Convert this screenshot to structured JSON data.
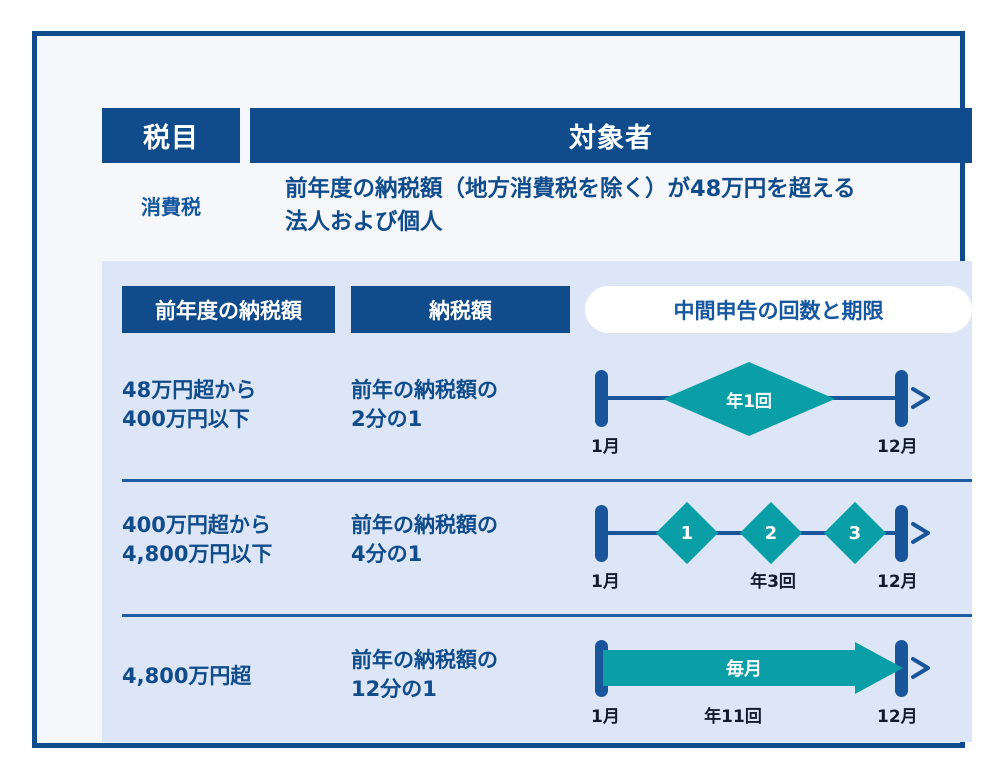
{
  "colors": {
    "frame_border": "#104B8C",
    "frame_background": "#F5F7FA",
    "header_blue": "#104B8C",
    "panel_background": "#DCE6F7",
    "accent_teal": "#0A9EA6",
    "text_blue": "#104B8C",
    "bar_blue": "#19559B",
    "month_text": "#111B2E"
  },
  "top_header": {
    "tax_category_label": "税目",
    "target_label": "対象者"
  },
  "tax_row": {
    "tax_name": "消費税",
    "description_lines": [
      "前年度の納税額（地方消費税を除く）が48万円を超える",
      "法人および個人"
    ]
  },
  "table": {
    "headers": {
      "previous_amount": "前年度の納税額",
      "payment_amount": "納税額",
      "schedule": "中間申告の回数と期限"
    },
    "rows": [
      {
        "range_lines": [
          "48万円超から",
          "400万円以下"
        ],
        "amount_lines": [
          "前年の納税額の",
          "2分の1"
        ],
        "timeline": {
          "type": "single-diamond",
          "start_month": "1月",
          "end_month": "12月",
          "diamond_label": "年1回",
          "count_label": "",
          "markers": []
        }
      },
      {
        "range_lines": [
          "400万円超から",
          "4,800万円以下"
        ],
        "amount_lines": [
          "前年の納税額の",
          "4分の1"
        ],
        "timeline": {
          "type": "three-diamonds",
          "start_month": "1月",
          "end_month": "12月",
          "diamond_label": "",
          "count_label": "年3回",
          "markers": [
            "1",
            "2",
            "3"
          ]
        }
      },
      {
        "range_lines": [
          "4,800万円超"
        ],
        "amount_lines": [
          "前年の納税額の",
          "12分の1"
        ],
        "timeline": {
          "type": "band-arrow",
          "start_month": "1月",
          "end_month": "12月",
          "diamond_label": "毎月",
          "count_label": "年11回",
          "markers": []
        }
      }
    ]
  }
}
